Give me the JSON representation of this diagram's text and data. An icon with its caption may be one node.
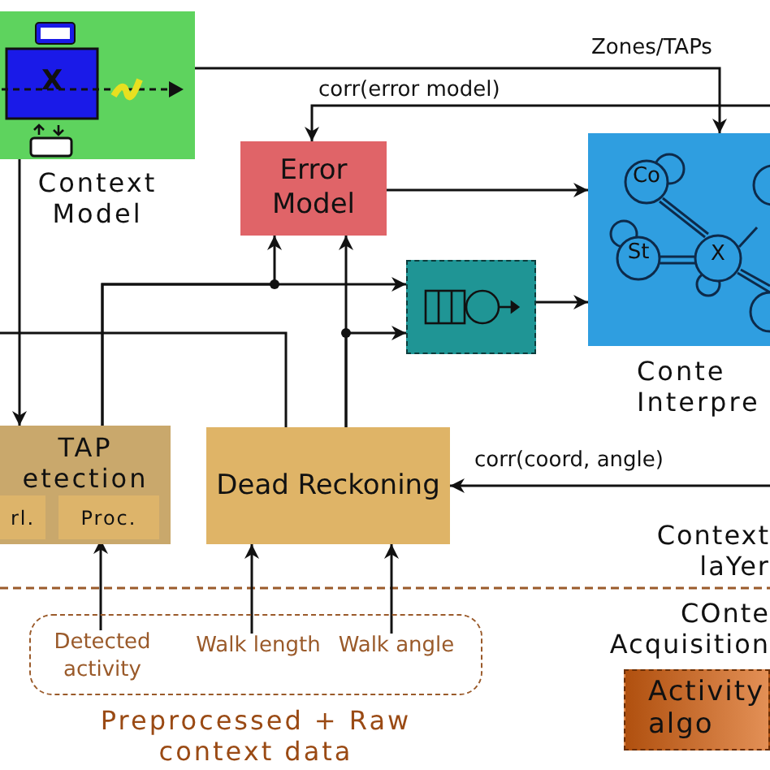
{
  "diagram": {
    "nodes": [
      {
        "text": [
          "Context Model"
        ]
      },
      {
        "text": [
          "Error Model"
        ]
      },
      {
        "text": [
          "Conte Interpre"
        ]
      },
      {
        "text": [],
        "shape": "box"
      },
      {
        "text": [
          "TAP etection"
        ]
      },
      {
        "text": [
          "rl."
        ],
        "in": 4
      },
      {
        "text": [
          "Proc."
        ],
        "in": 4
      },
      {
        "text": [
          "Dead Reckoning"
        ]
      },
      {
        "text": [
          "Preprocessed + Raw context data"
        ]
      },
      {
        "text": [
          "Detected activity"
        ],
        "in": 8
      },
      {
        "text": [
          "Walk length"
        ],
        "in": 8
      },
      {
        "text": [
          "Walk angle"
        ],
        "in": 8
      },
      {
        "text": [
          "Activity algo"
        ]
      }
    ],
    "edges": [
      {
        "from": 0,
        "to": 2,
        "arrow": "to",
        "label": "Zones/TAPs"
      },
      {
        "from": null,
        "to": 1,
        "arrow": "to",
        "label": "corr(error model)"
      },
      {
        "from": 1,
        "to": 2,
        "arrow": "to"
      },
      {
        "from": 3,
        "to": 2,
        "arrow": "to"
      },
      {
        "from": 0,
        "to": 4,
        "arrow": "to"
      },
      {
        "from": 4,
        "to": 3,
        "arrow": "to"
      },
      {
        "from": 4,
        "to": 1,
        "arrow": "to"
      },
      {
        "from": 7,
        "to": 1,
        "arrow": "to"
      },
      {
        "from": 7,
        "to": 3,
        "arrow": "to"
      },
      {
        "from": 7,
        "to": null,
        "arrow": "none"
      },
      {
        "from": null,
        "to": 7,
        "arrow": "to",
        "label": "corr(coord, angle)"
      },
      {
        "from": 9,
        "to": 6,
        "arrow": "to"
      },
      {
        "from": 10,
        "to": 7,
        "arrow": "to"
      },
      {
        "from": 11,
        "to": 7,
        "arrow": "to"
      }
    ],
    "labels": [
      "X",
      "Co",
      "St",
      "X",
      "Context laYer",
      "COnte Acquisition"
    ]
  }
}
